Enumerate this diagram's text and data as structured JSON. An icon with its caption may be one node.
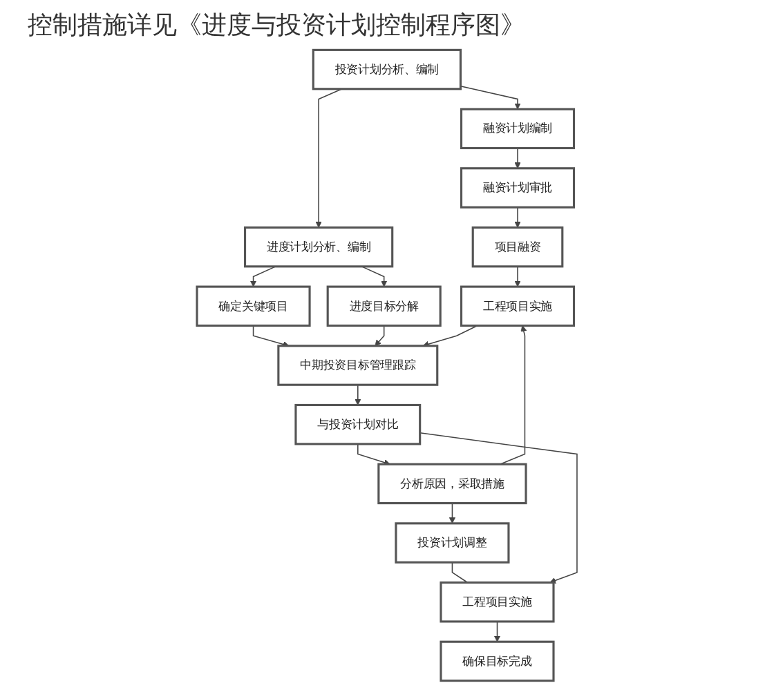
{
  "diagram": {
    "title": "控制措施详见《进度与投资计划控制程序图》",
    "nodes": [
      {
        "text": [
          "融资计划编制"
        ]
      },
      {
        "text": [
          "投资计划分析、编制"
        ]
      },
      {
        "text": [
          "融资计划审批"
        ]
      },
      {
        "text": [
          "进度计划分析、编制"
        ]
      },
      {
        "text": [
          "项目融资"
        ]
      },
      {
        "text": [
          "确定关键项目"
        ]
      },
      {
        "text": [
          "进度目标分解"
        ]
      },
      {
        "text": [
          "工程项目实施"
        ]
      },
      {
        "text": [
          "中期投资目标管理跟踪"
        ]
      },
      {
        "text": [
          "与投资计划对比"
        ]
      },
      {
        "text": [
          "分析原因，采取措施"
        ]
      },
      {
        "text": [
          "投资计划调整"
        ]
      },
      {
        "text": [
          "工程项目实施"
        ]
      },
      {
        "text": [
          "确保目标完成"
        ]
      }
    ],
    "edges": [
      {
        "from": 1,
        "to": 0,
        "arrow": "to"
      },
      {
        "from": 0,
        "to": 2,
        "arrow": "to"
      },
      {
        "from": 1,
        "to": 3,
        "arrow": "to"
      },
      {
        "from": 2,
        "to": 4,
        "arrow": "to"
      },
      {
        "from": 3,
        "to": 5,
        "arrow": "to"
      },
      {
        "from": 3,
        "to": 6,
        "arrow": "to"
      },
      {
        "from": 4,
        "to": 7,
        "arrow": "to"
      },
      {
        "from": 5,
        "to": 8,
        "arrow": "to"
      },
      {
        "from": 6,
        "to": 8,
        "arrow": "to"
      },
      {
        "from": 7,
        "to": 8,
        "arrow": "to"
      },
      {
        "from": 8,
        "to": 9,
        "arrow": "to"
      },
      {
        "from": 9,
        "to": 10,
        "arrow": "to"
      },
      {
        "from": 10,
        "to": 7,
        "arrow": "to"
      },
      {
        "from": 10,
        "to": 11,
        "arrow": "to"
      },
      {
        "from": 11,
        "to": 12,
        "arrow": "none"
      },
      {
        "from": 9,
        "to": 12,
        "arrow": "to"
      },
      {
        "from": 12,
        "to": 13,
        "arrow": "to"
      }
    ]
  }
}
